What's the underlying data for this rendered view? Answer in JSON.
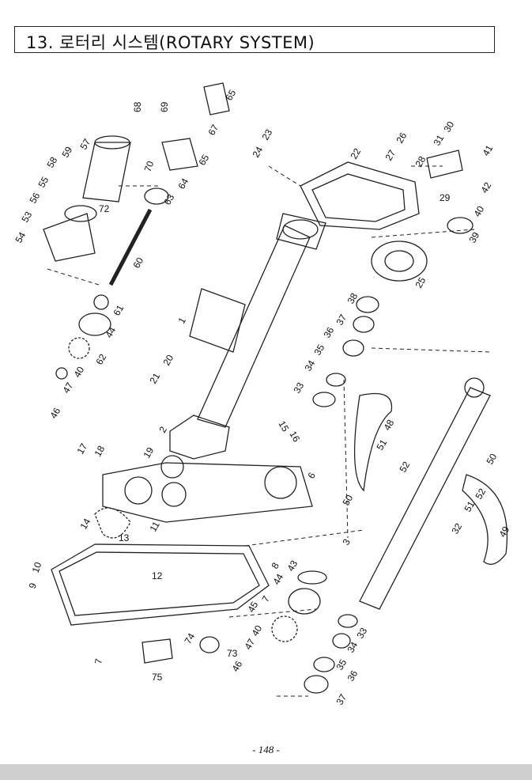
{
  "title": "13. 로터리 시스템(ROTARY SYSTEM)",
  "page_number": "- 148 -",
  "part_labels": [
    "68",
    "69",
    "65",
    "67",
    "65",
    "64",
    "63",
    "70",
    "57",
    "59",
    "58",
    "55",
    "56",
    "53",
    "54",
    "72",
    "60",
    "61",
    "44",
    "62",
    "40",
    "47",
    "46",
    "1",
    "20",
    "21",
    "2",
    "19",
    "17",
    "18",
    "14",
    "13",
    "11",
    "12",
    "9",
    "10",
    "7",
    "75",
    "74",
    "73",
    "47",
    "40",
    "46",
    "45",
    "7",
    "44",
    "43",
    "8",
    "15",
    "16",
    "6",
    "23",
    "24",
    "22",
    "26",
    "27",
    "28",
    "29",
    "30",
    "31",
    "41",
    "42",
    "40",
    "39",
    "25",
    "38",
    "37",
    "36",
    "35",
    "34",
    "33",
    "48",
    "50",
    "51",
    "52",
    "50",
    "51",
    "52",
    "32",
    "49",
    "33",
    "34",
    "35",
    "36",
    "37",
    "3"
  ]
}
